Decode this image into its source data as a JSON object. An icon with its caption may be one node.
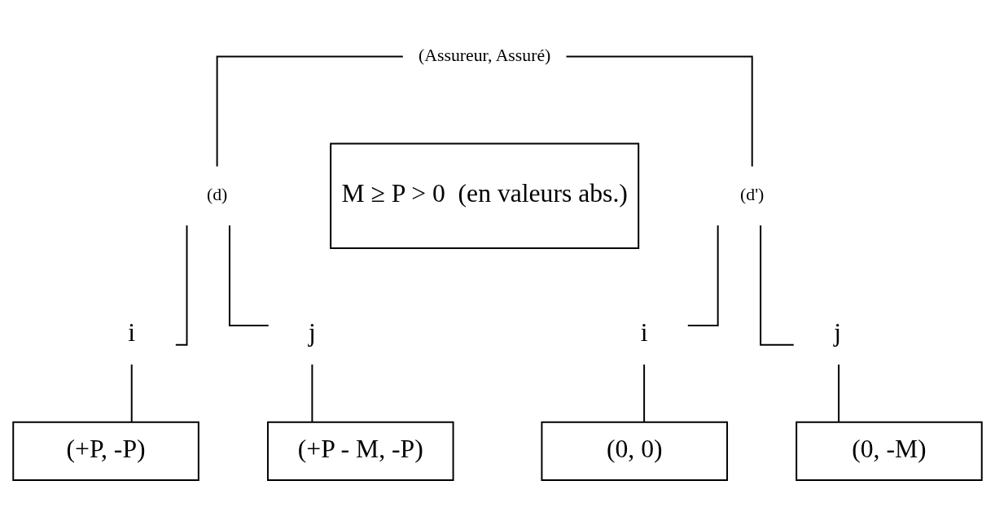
{
  "diagram": {
    "nodes": [
      {
        "text": [
          "(Assureur, Assuré)"
        ]
      },
      {
        "text": [
          "(d)"
        ]
      },
      {
        "text": [
          "M ≥ P > 0  (en valeurs abs.)"
        ]
      },
      {
        "text": [
          "(d')"
        ]
      },
      {
        "text": [
          "i"
        ]
      },
      {
        "text": [
          "j"
        ]
      },
      {
        "text": [
          "i"
        ]
      },
      {
        "text": [
          "j"
        ]
      },
      {
        "text": [
          "(+P, -P)"
        ]
      },
      {
        "text": [
          "(+P - M, -P)"
        ]
      },
      {
        "text": [
          "(0, 0)"
        ]
      },
      {
        "text": [
          "(0, -M)"
        ]
      }
    ],
    "edges": [
      {
        "from": 0,
        "to": 1,
        "arrow": "none"
      },
      {
        "from": 0,
        "to": 3,
        "arrow": "none"
      },
      {
        "from": 1,
        "to": 4,
        "arrow": "none"
      },
      {
        "from": 1,
        "to": 5,
        "arrow": "none"
      },
      {
        "from": 3,
        "to": 6,
        "arrow": "none"
      },
      {
        "from": 3,
        "to": 7,
        "arrow": "none"
      },
      {
        "from": 4,
        "to": 8,
        "arrow": "none"
      },
      {
        "from": 5,
        "to": 9,
        "arrow": "none"
      },
      {
        "from": 6,
        "to": 10,
        "arrow": "none"
      },
      {
        "from": 7,
        "to": 11,
        "arrow": "none"
      }
    ]
  }
}
